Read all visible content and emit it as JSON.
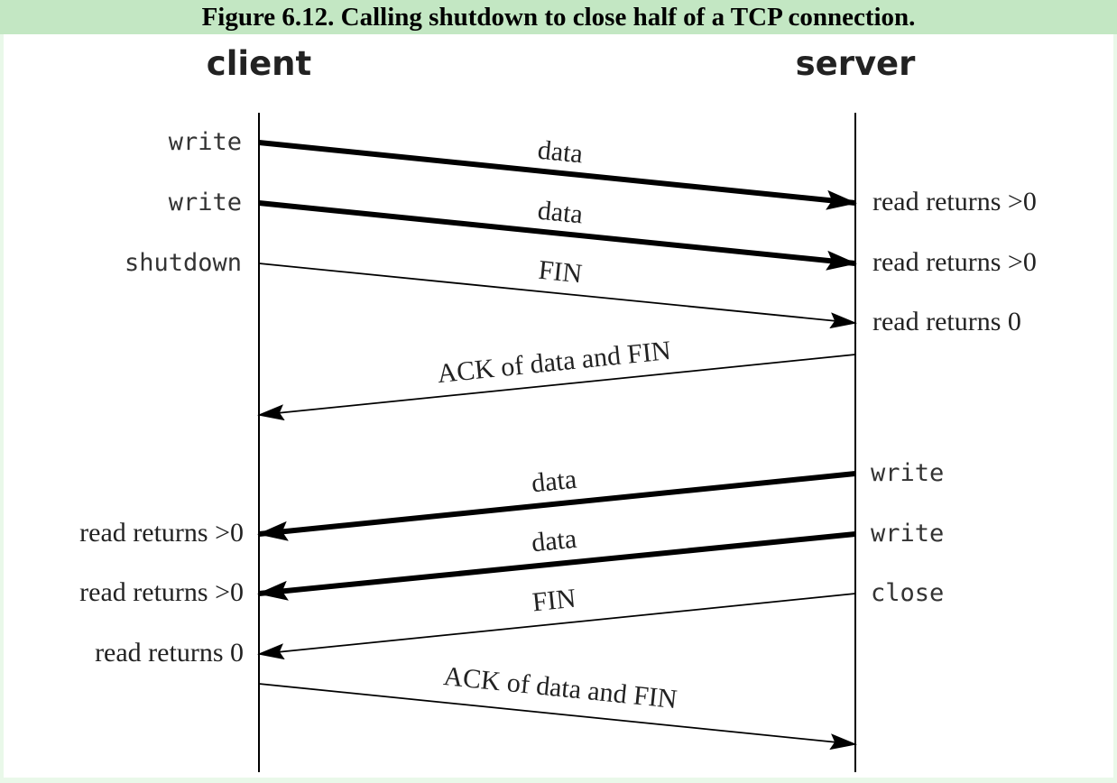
{
  "title": "Figure 6.12. Calling shutdown to close half of a TCP connection.",
  "columns": {
    "client": "client",
    "server": "server"
  },
  "messages": [
    {
      "label": "data",
      "from": "client",
      "to": "server",
      "weight": "heavy",
      "client_call": "write",
      "server_call": "read returns >0"
    },
    {
      "label": "data",
      "from": "client",
      "to": "server",
      "weight": "heavy",
      "client_call": "write",
      "server_call": "read returns >0"
    },
    {
      "label": "FIN",
      "from": "client",
      "to": "server",
      "weight": "light",
      "client_call": "shutdown",
      "server_call": "read returns 0"
    },
    {
      "label": "ACK of data and FIN",
      "from": "server",
      "to": "client",
      "weight": "light"
    },
    {
      "label": "data",
      "from": "server",
      "to": "client",
      "weight": "heavy",
      "server_call": "write",
      "client_call": "read returns >0"
    },
    {
      "label": "data",
      "from": "server",
      "to": "client",
      "weight": "heavy",
      "server_call": "write",
      "client_call": "read returns >0"
    },
    {
      "label": "FIN",
      "from": "server",
      "to": "client",
      "weight": "light",
      "server_call": "close",
      "client_call": "read returns 0"
    },
    {
      "label": "ACK of data and FIN",
      "from": "client",
      "to": "server",
      "weight": "light"
    }
  ]
}
